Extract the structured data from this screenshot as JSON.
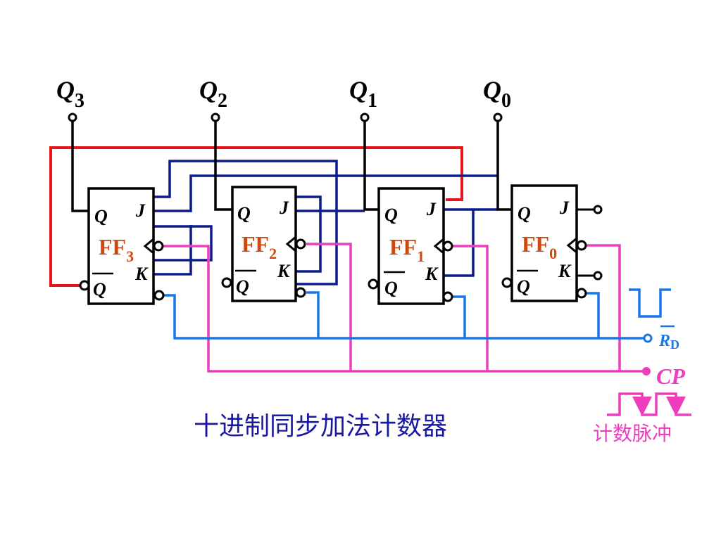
{
  "title": "十进制同步加法计数器",
  "outputs": {
    "q3": {
      "sym": "Q",
      "sub": "3"
    },
    "q2": {
      "sym": "Q",
      "sub": "2"
    },
    "q1": {
      "sym": "Q",
      "sub": "1"
    },
    "q0": {
      "sym": "Q",
      "sub": "0"
    }
  },
  "flipflops": [
    {
      "name": "FF",
      "sub": "3"
    },
    {
      "name": "FF",
      "sub": "2"
    },
    {
      "name": "FF",
      "sub": "1"
    },
    {
      "name": "FF",
      "sub": "0"
    }
  ],
  "pins": {
    "q": "Q",
    "qbar": "Q",
    "j": "J",
    "k": "K"
  },
  "reset": {
    "sym": "R",
    "sub": "D"
  },
  "clock": {
    "label": "CP",
    "caption": "计数脉冲"
  },
  "colors": {
    "black": "#000000",
    "navy": "#0d1a8c",
    "red": "#e8141c",
    "pink": "#ec3fbd",
    "blue": "#1976e6",
    "orange": "#cc4a10",
    "title": "#1a1aa0"
  }
}
